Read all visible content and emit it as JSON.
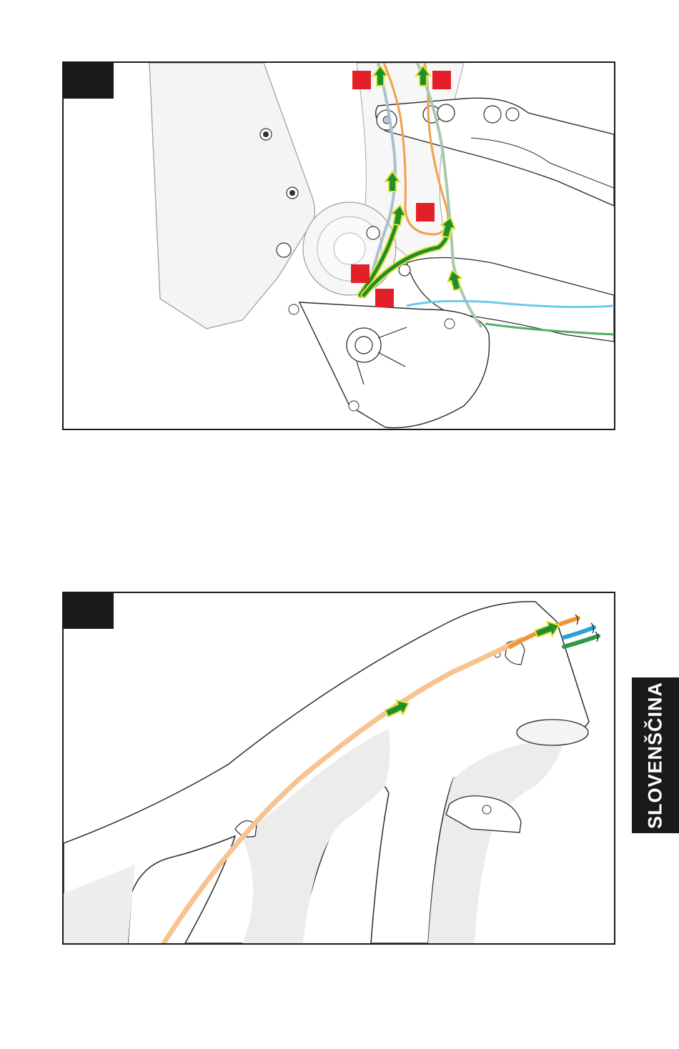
{
  "sidebar": {
    "language_label": "SLOVENŠČINA"
  },
  "colors": {
    "frame_outline": "#8a8a8a",
    "frame_fill": "#f3f3f3",
    "cable_orange": "#f0a048",
    "cable_orange_light": "#f7c38e",
    "cable_blue": "#6cc8ec",
    "cable_blue_grey": "#9fbccc",
    "cable_green": "#53b060",
    "cable_green_grey": "#9fc0a6",
    "arrow_green": "#1f8f2c",
    "arrow_yellow_outline": "#e8e23a",
    "marker_red": "#e3202a",
    "tab_black": "#1a1a1a"
  },
  "figures": [
    {
      "id": "top",
      "subject": "motor-area-cable-routing",
      "red_markers": 5,
      "arrows": 6
    },
    {
      "id": "bottom",
      "subject": "head-tube-cable-routing",
      "red_markers": 0,
      "arrows": 2
    }
  ]
}
